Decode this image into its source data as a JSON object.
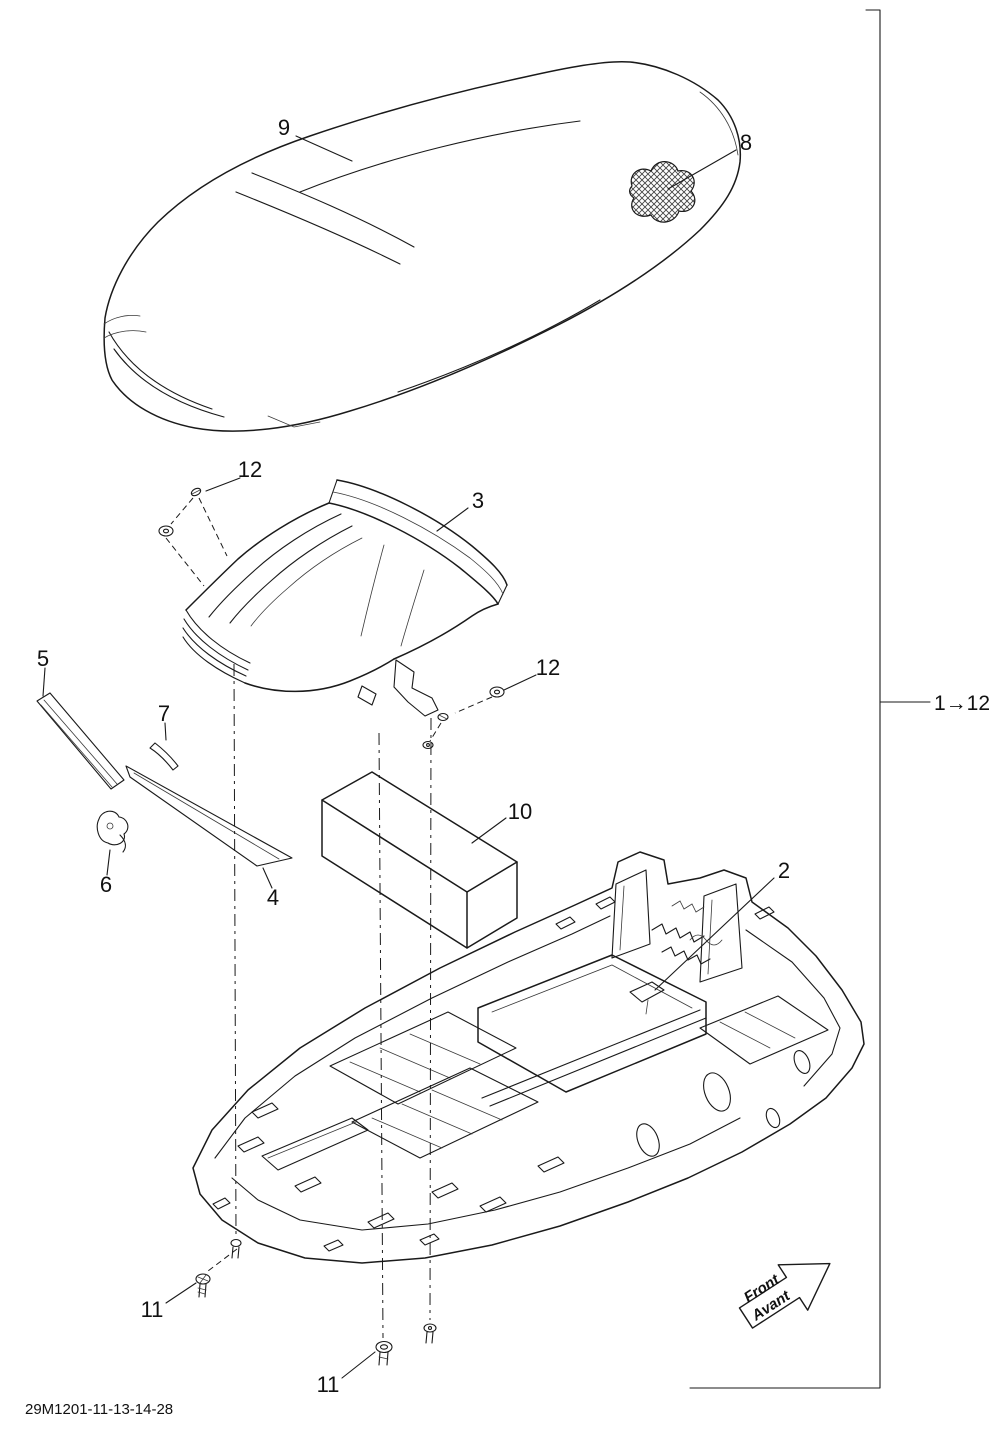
{
  "figure": {
    "part_code": "29M1201-11-13-14-28",
    "range_label": "1→12",
    "direction_arrow": {
      "line1": "Front",
      "line2": "Avant"
    }
  },
  "callouts": [
    {
      "part": "seat",
      "label": "9"
    },
    {
      "part": "grip-pad",
      "label": "8"
    },
    {
      "part": "screw-washer-top",
      "label": "12"
    },
    {
      "part": "rear-cowl",
      "label": "3"
    },
    {
      "part": "washer-right",
      "label": "12"
    },
    {
      "part": "trim-strip",
      "label": "5"
    },
    {
      "part": "clip",
      "label": "7"
    },
    {
      "part": "latch",
      "label": "6"
    },
    {
      "part": "side-panel",
      "label": "4"
    },
    {
      "part": "foam-block",
      "label": "10"
    },
    {
      "part": "seat-base",
      "label": "2"
    },
    {
      "part": "screw-front-left",
      "label": "11"
    },
    {
      "part": "screw-front-center",
      "label": "11"
    }
  ]
}
